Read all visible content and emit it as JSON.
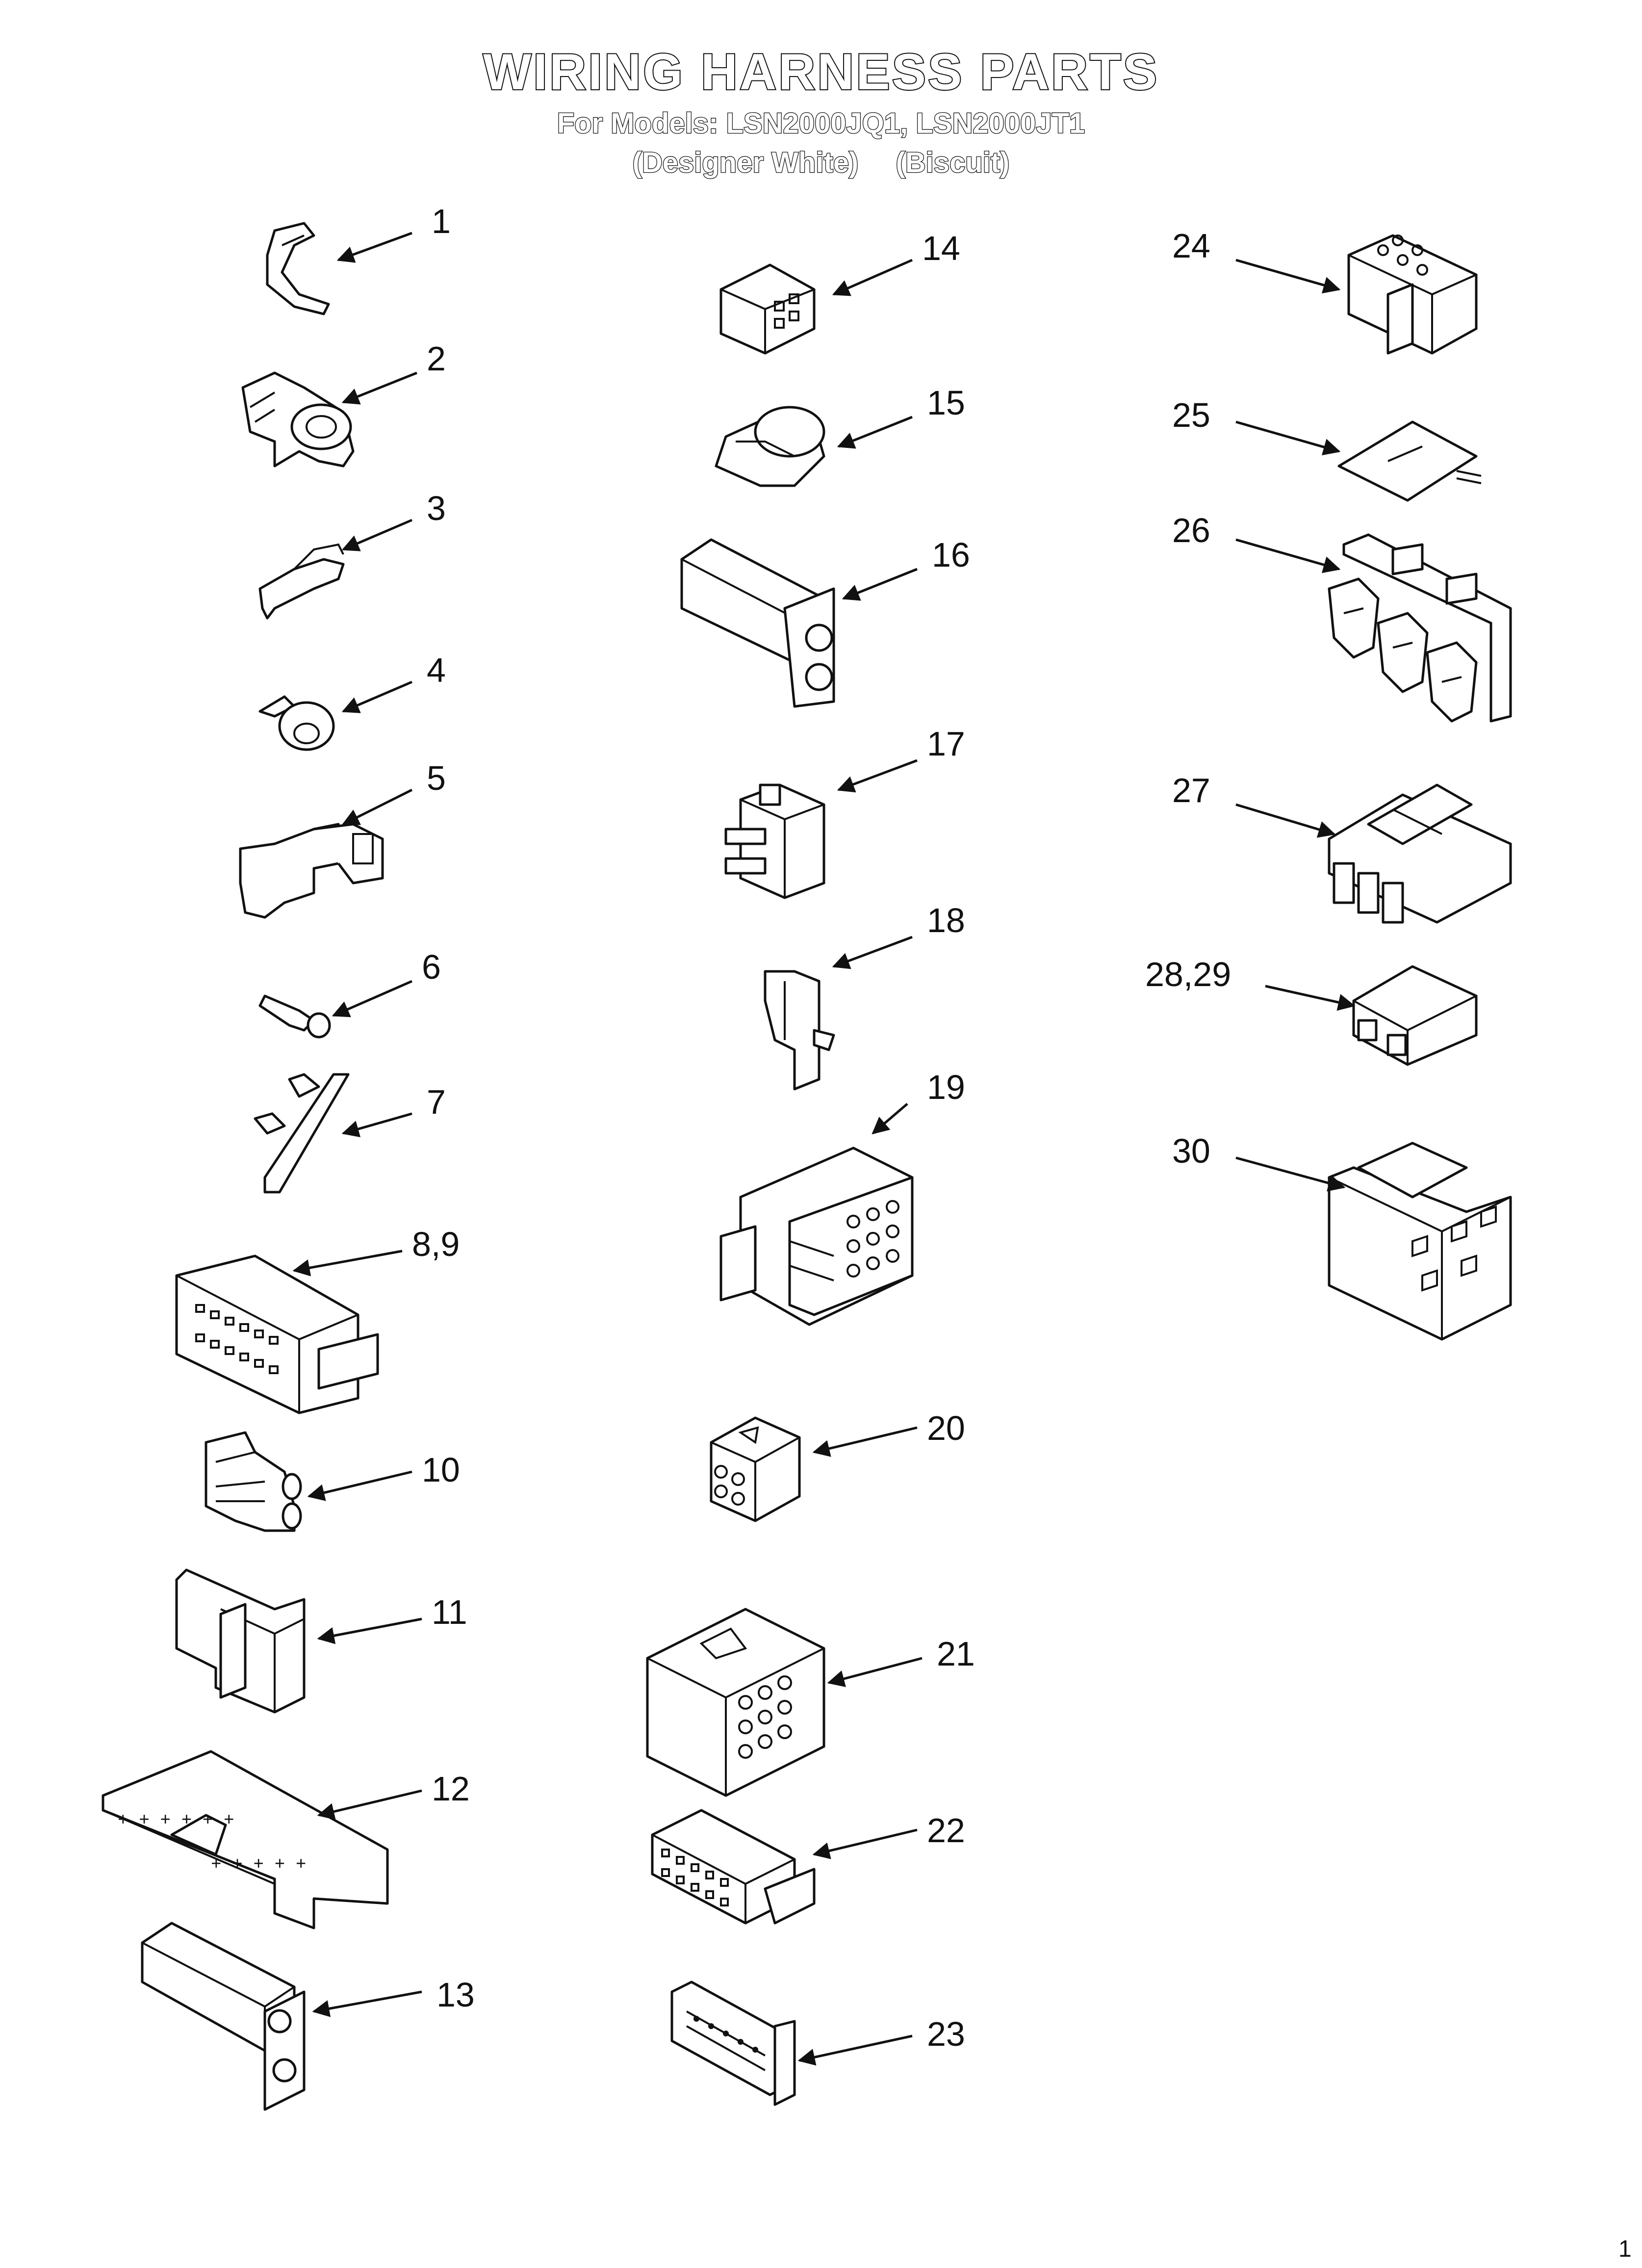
{
  "header": {
    "title": "WIRING HARNESS PARTS",
    "models_line": "For Models: LSN2000JQ1, LSN2000JT1",
    "variant_1": "(Designer White)",
    "variant_2": "(Biscuit)"
  },
  "callouts": [
    "1",
    "2",
    "3",
    "4",
    "5",
    "6",
    "7",
    "8,9",
    "10",
    "11",
    "12",
    "13",
    "14",
    "15",
    "16",
    "17",
    "18",
    "19",
    "20",
    "21",
    "22",
    "23",
    "24",
    "25",
    "26",
    "27",
    "28,29",
    "30"
  ],
  "footer": {
    "page_number": "1"
  }
}
